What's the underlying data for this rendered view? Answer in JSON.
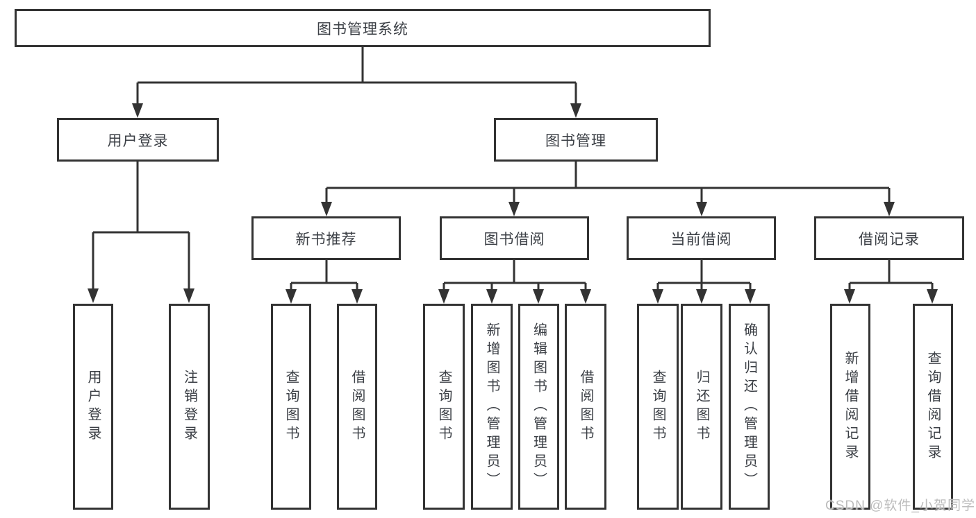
{
  "diagram_title": "图书管理系统",
  "watermark": "CSDN @软件_小贺同学",
  "colors": {
    "line": "#333333",
    "box_border": "#333333",
    "text": "#3b3f45",
    "watermark": "#bcbcbc",
    "background": "#ffffff"
  },
  "tree": {
    "root": {
      "label": "图书管理系统"
    },
    "branches": [
      {
        "label": "用户登录",
        "children": [
          {
            "label": "用户登录"
          },
          {
            "label": "注销登录"
          }
        ]
      },
      {
        "label": "图书管理",
        "sections": [
          {
            "label": "新书推荐",
            "children": [
              {
                "label": "查询图书"
              },
              {
                "label": "借阅图书"
              }
            ]
          },
          {
            "label": "图书借阅",
            "children": [
              {
                "label": "查询图书"
              },
              {
                "label": "新增图书（管理员）"
              },
              {
                "label": "编辑图书（管理员）"
              },
              {
                "label": "借阅图书"
              }
            ]
          },
          {
            "label": "当前借阅",
            "children": [
              {
                "label": "查询图书"
              },
              {
                "label": "归还图书"
              },
              {
                "label": "确认归还（管理员）"
              }
            ]
          },
          {
            "label": "借阅记录",
            "children": [
              {
                "label": "新增借阅记录"
              },
              {
                "label": "查询借阅记录"
              }
            ]
          }
        ]
      }
    ]
  }
}
